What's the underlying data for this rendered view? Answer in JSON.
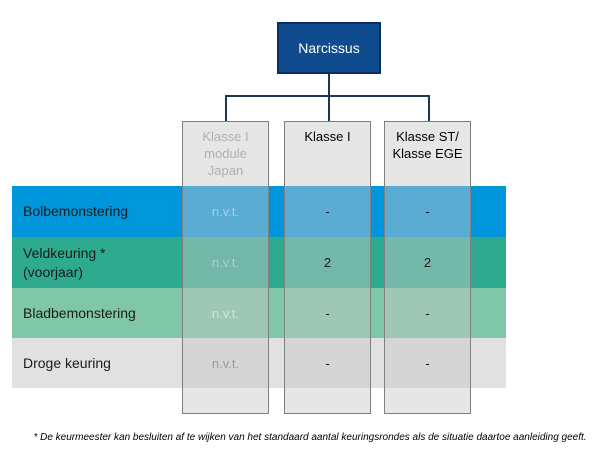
{
  "root": {
    "label": "Narcissus"
  },
  "columns": [
    {
      "label": "Klasse I module Japan",
      "line1": "Klasse I",
      "line2": "module",
      "line3": "Japan",
      "color": "#b0b0b0"
    },
    {
      "label": "Klasse I",
      "line1": "Klasse I",
      "color": "#000000"
    },
    {
      "label": "Klasse ST/ Klasse EGE",
      "line1": "Klasse ST/",
      "line2": "Klasse EGE",
      "color": "#000000"
    }
  ],
  "rows": [
    {
      "label": "Bolbemonstering",
      "line1": "Bolbemonstering",
      "color": "#0096dc",
      "values": [
        "n.v.t.",
        "-",
        "-"
      ]
    },
    {
      "label": "Veldkeuring * (voorjaar)",
      "line1": "Veldkeuring *",
      "line2": "(voorjaar)",
      "color": "#2eab8e",
      "values": [
        "n.v.t.",
        "2",
        "2"
      ]
    },
    {
      "label": "Bladbemonstering",
      "line1": "Bladbemonstering",
      "color": "#7fc7a6",
      "values": [
        "n.v.t.",
        "-",
        "-"
      ]
    },
    {
      "label": "Droge keuring",
      "line1": "Droge keuring",
      "color": "#e1e1e1",
      "values": [
        "n.v.t.",
        "-",
        "-"
      ]
    }
  ],
  "footnote": "* De keurmeester kan besluiten af te wijken van het standaard aantal keuringsrondes als de situatie daartoe aanleiding geeft."
}
